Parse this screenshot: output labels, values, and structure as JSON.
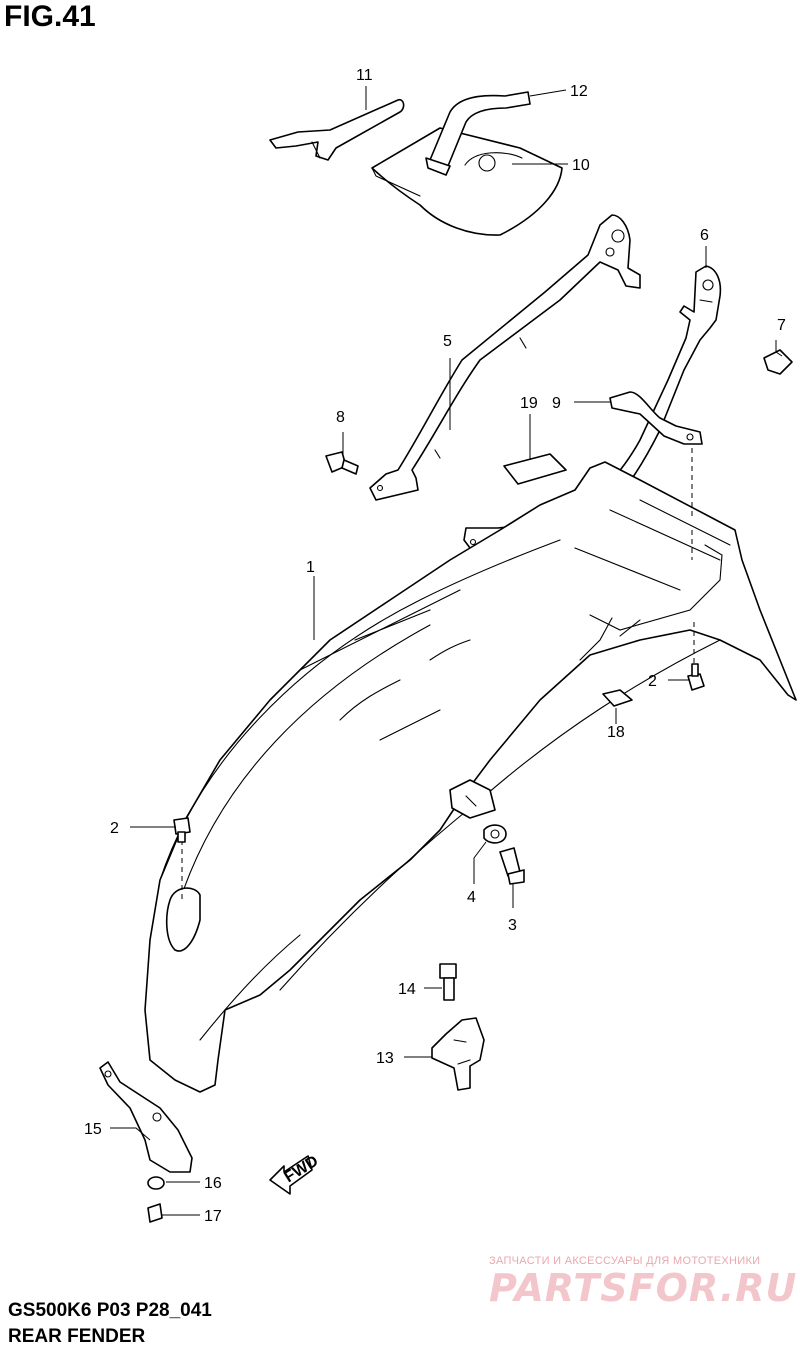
{
  "figure": {
    "title": "FIG.41",
    "model_code": "GS500K6 P03 P28_041",
    "section_name": "REAR FENDER"
  },
  "callouts": [
    "1",
    "2",
    "2",
    "3",
    "4",
    "5",
    "6",
    "7",
    "8",
    "9",
    "10",
    "11",
    "12",
    "13",
    "14",
    "15",
    "16",
    "17",
    "18",
    "19"
  ],
  "direction_arrow": {
    "label": "FWD",
    "icon": "fwd-arrow-icon"
  },
  "watermark": {
    "tagline": "ЗАПЧАСТИ И АКСЕССУАРЫ ДЛЯ МОТОТЕХНИКИ",
    "logo": "PARTSFOR.RU",
    "color": "#e9a8ae"
  }
}
